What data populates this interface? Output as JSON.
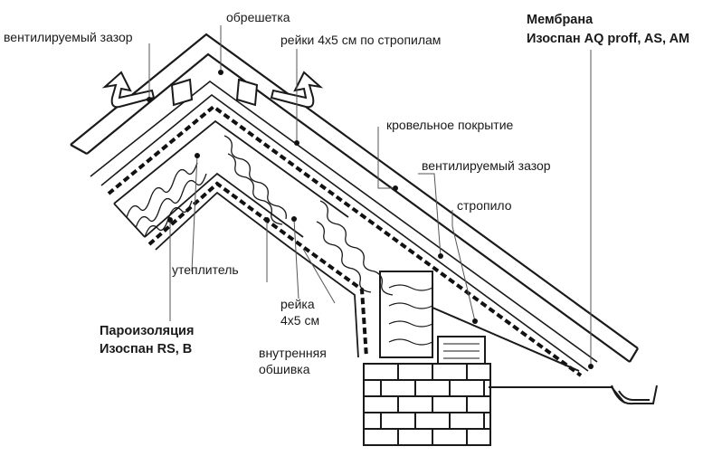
{
  "labels": {
    "ventilated_gap_top": "вентилируемый зазор",
    "battens": "обрешетка",
    "counter_battens": "рейки 4х5 см по стропилам",
    "membrane_title": "Мембрана",
    "membrane_brand": "Изоспан AQ proff, AS, AM",
    "roof_covering": "кровельное покрытие",
    "ventilated_gap_right": "вентилируемый зазор",
    "rafter": "стропило",
    "insulation": "утеплитель",
    "batten_line1": "рейка",
    "batten_line2": "4х5 см",
    "vapor_title": "Пароизоляция",
    "vapor_brand": "Изоспан RS, B",
    "inner_lining_line1": "внутренняя",
    "inner_lining_line2": "обшивка"
  },
  "colors": {
    "ink": "#1a1a1a",
    "leader": "#555555",
    "paper": "#ffffff",
    "brick_mortar": "#1a1a1a"
  }
}
